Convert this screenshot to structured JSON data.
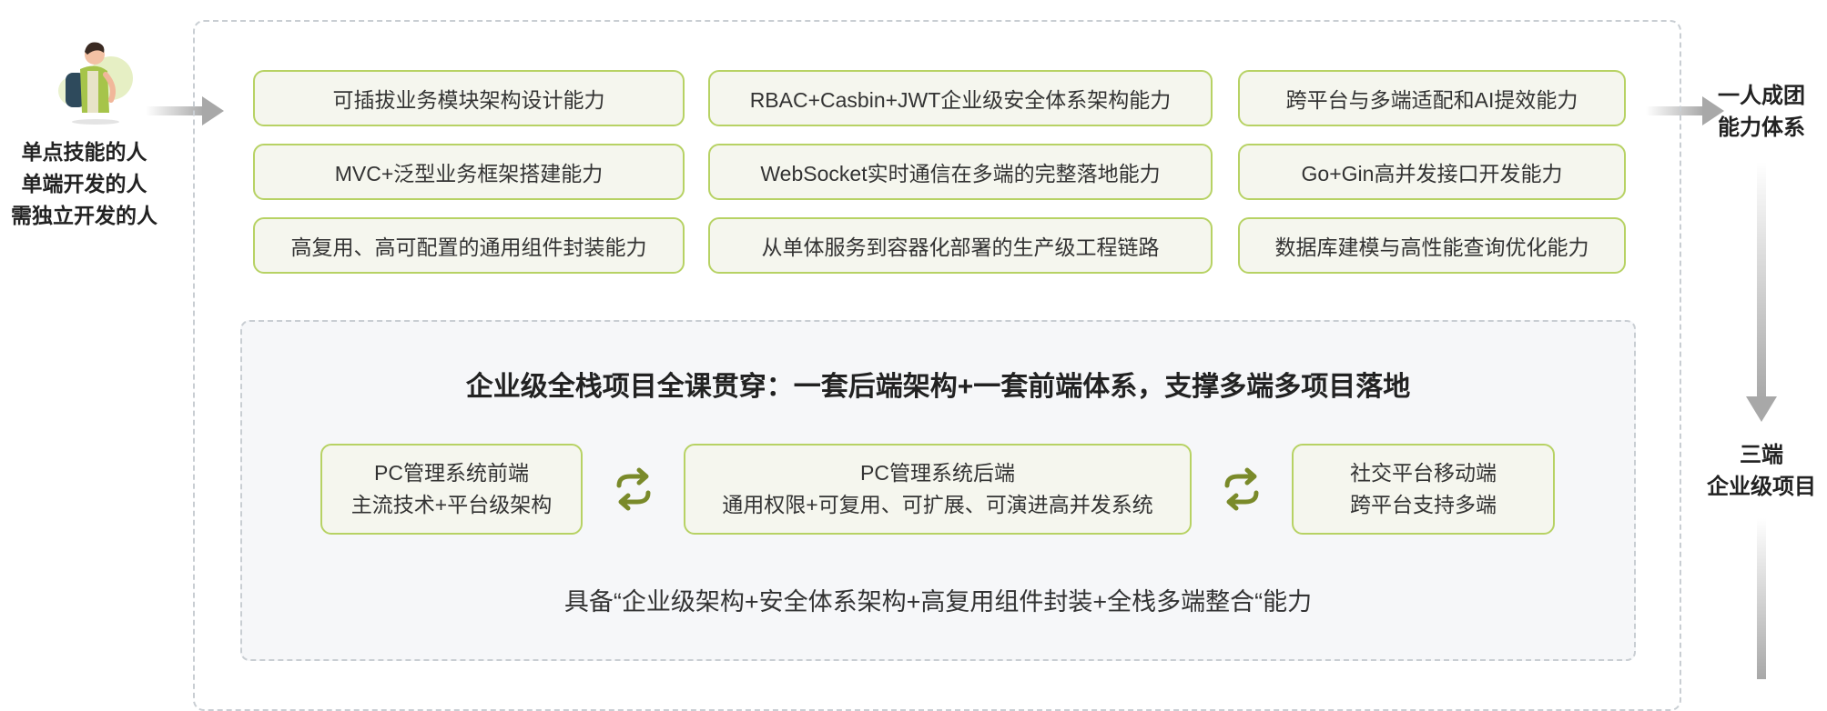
{
  "audience": {
    "lines": [
      "单点技能的人",
      "单端开发的人",
      "需独立开发的人"
    ]
  },
  "outcomes": {
    "top": [
      "一人成团",
      "能力体系"
    ],
    "middle": [
      "三端",
      "企业级项目"
    ]
  },
  "skills": [
    "可插拔业务模块架构设计能力",
    "RBAC+Casbin+JWT企业级安全体系架构能力",
    "跨平台与多端适配和AI提效能力",
    "MVC+泛型业务框架搭建能力",
    "WebSocket实时通信在多端的完整落地能力",
    "Go+Gin高并发接口开发能力",
    "高复用、高可配置的通用组件封装能力",
    "从单体服务到容器化部署的生产级工程链路",
    "数据库建模与高性能查询优化能力"
  ],
  "project": {
    "title": "企业级全栈项目全课贯穿：一套后端架构+一套前端体系，支撑多端多项目落地",
    "pc_front": [
      "PC管理系统前端",
      "主流技术+平台级架构"
    ],
    "pc_back": [
      "PC管理系统后端",
      "通用权限+可复用、可扩展、可演进高并发系统"
    ],
    "mobile": [
      "社交平台移动端",
      "跨平台支持多端"
    ],
    "capability": "具备“企业级架构+安全体系架构+高复用组件封装+全栈多端整合“能力"
  },
  "colors": {
    "box_border": "#b7d264",
    "box_fill": "#f5f6ee",
    "sync_icon": "#7a8a2a",
    "arrow": "#b4b4b4"
  }
}
